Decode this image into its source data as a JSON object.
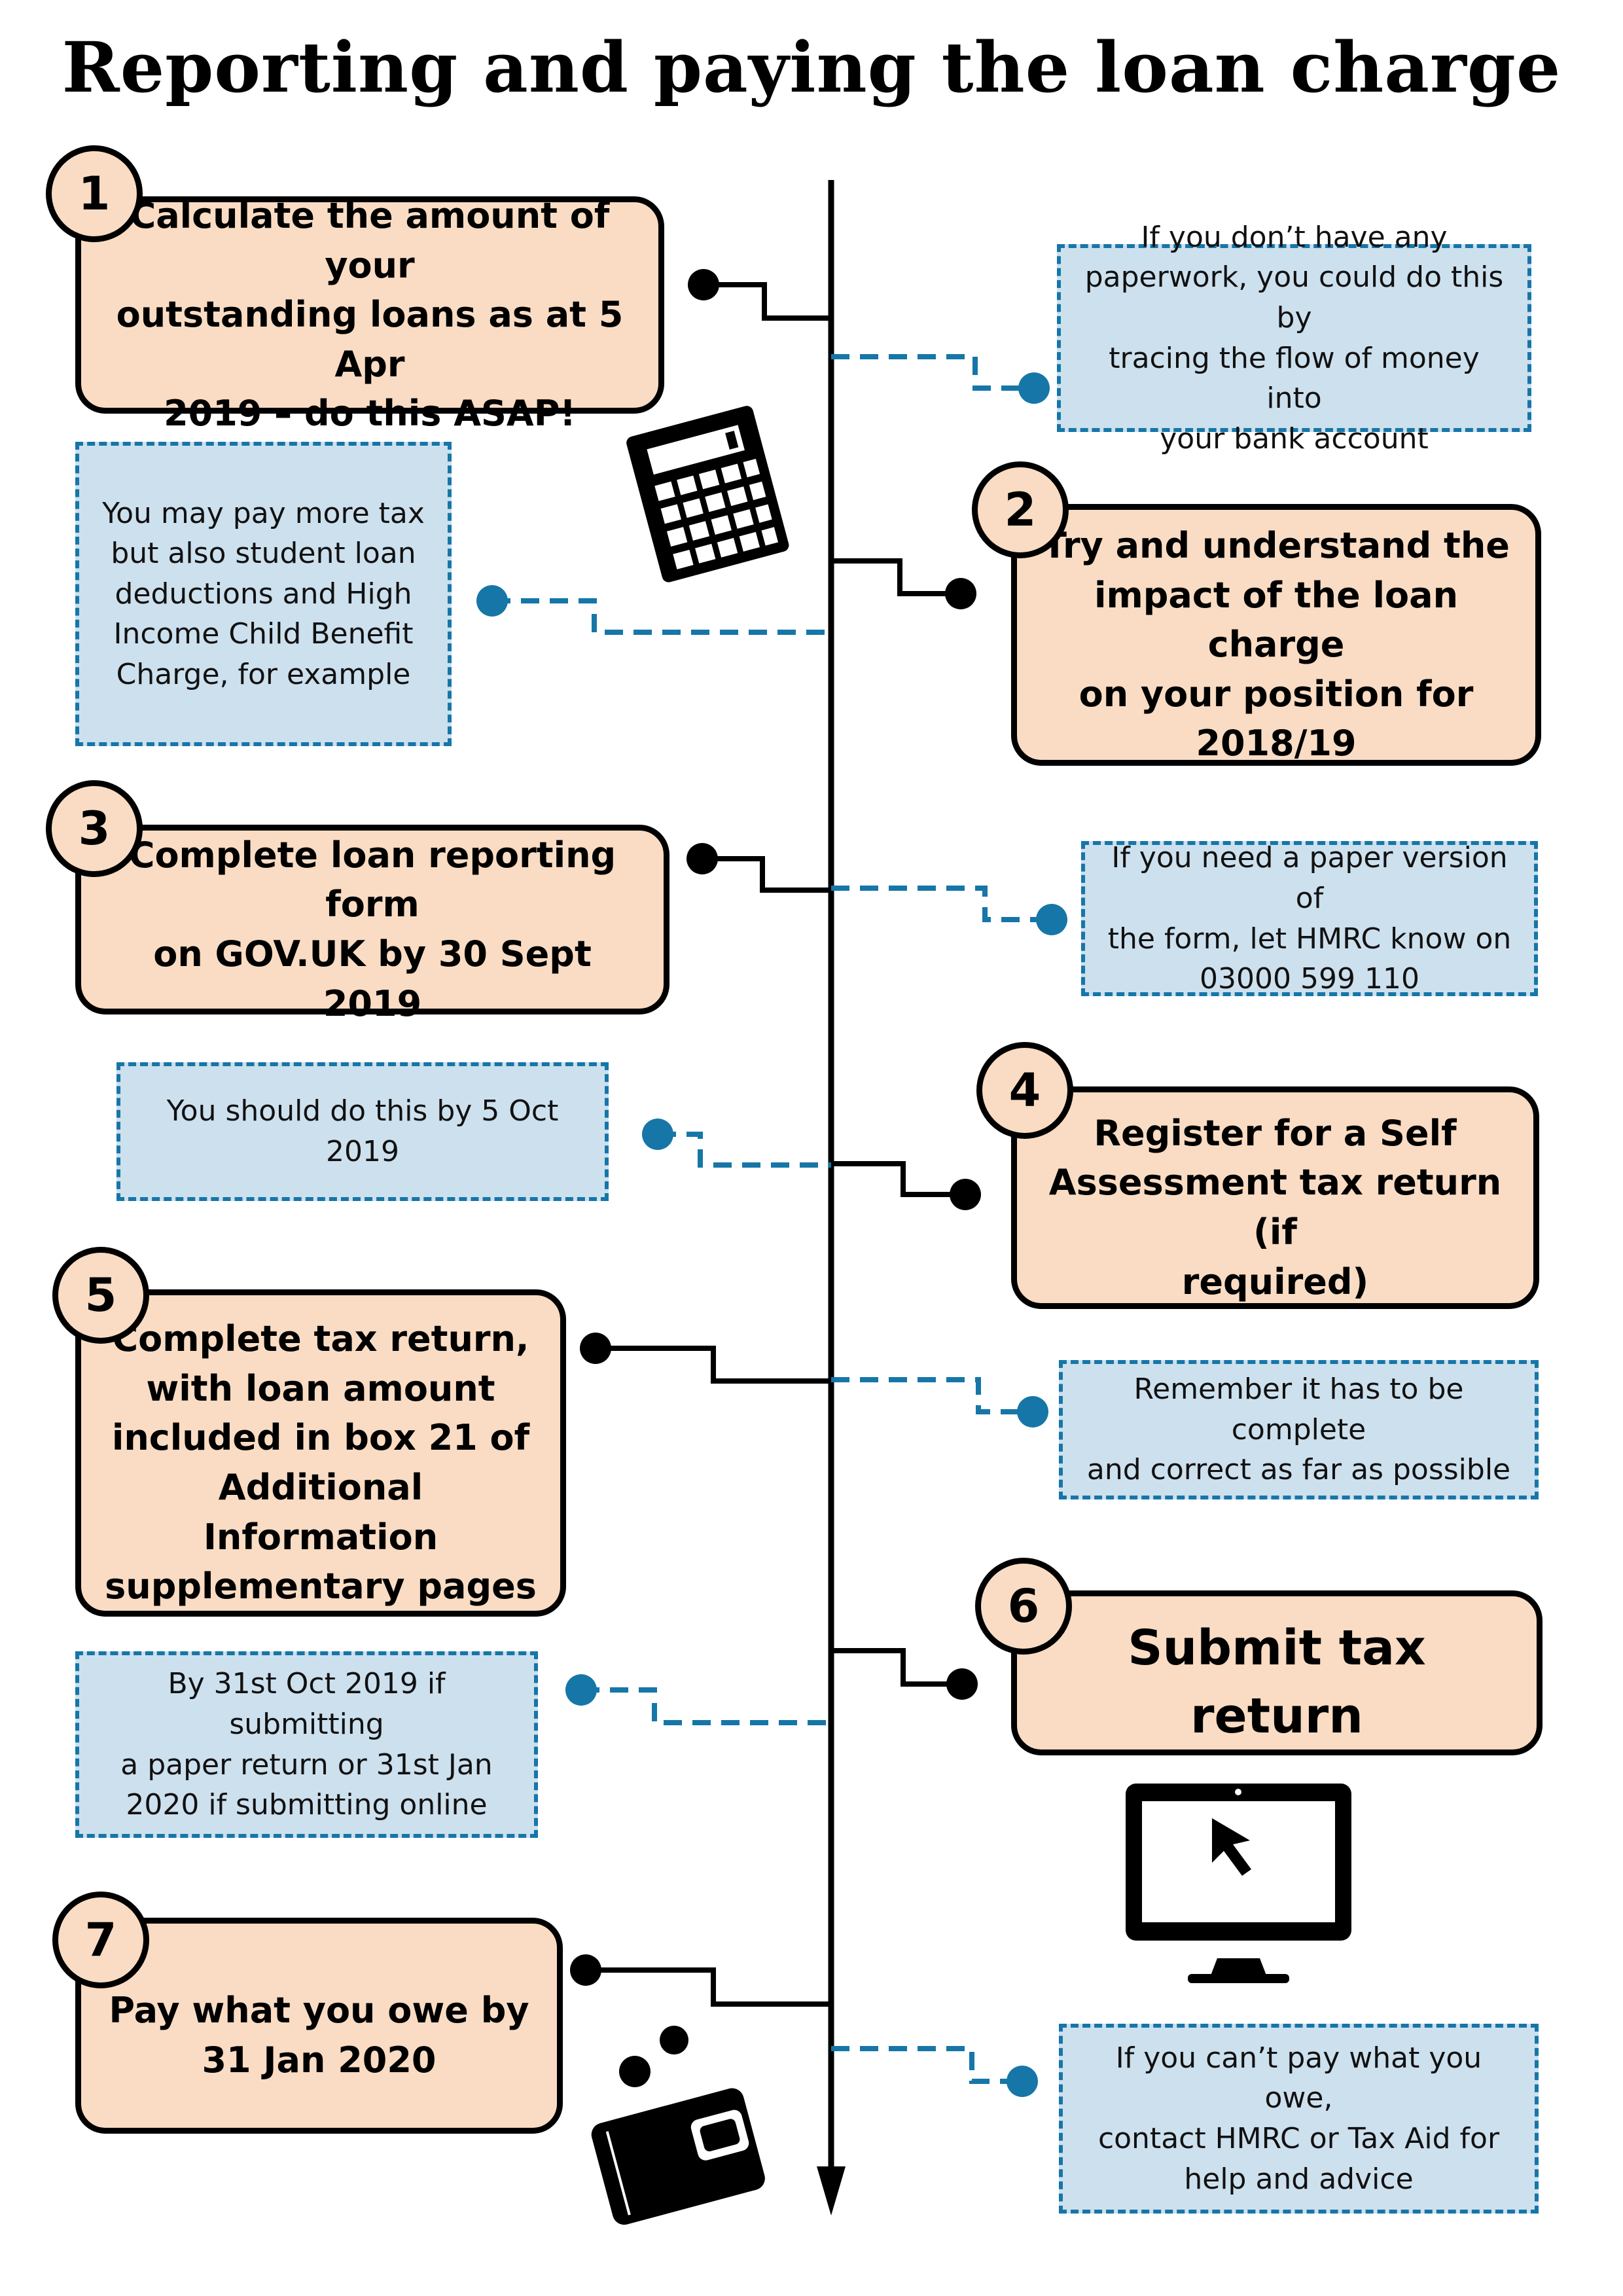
{
  "title": "Reporting and paying the loan charge",
  "steps": [
    {
      "number": "1",
      "text": "Calculate the amount of your\noutstanding loans as at 5 Apr\n2019 – do this ASAP!"
    },
    {
      "number": "2",
      "text": "Try and understand the\nimpact of the loan charge\non your position for\n2018/19"
    },
    {
      "number": "3",
      "text": "Complete loan reporting form\non GOV.UK by 30 Sept 2019"
    },
    {
      "number": "4",
      "text": "Register for a Self\nAssessment tax return (if\nrequired)"
    },
    {
      "number": "5",
      "text": "Complete tax return,\nwith loan amount\nincluded in box 21 of\nAdditional Information\nsupplementary pages"
    },
    {
      "number": "6",
      "text": "Submit tax return"
    },
    {
      "number": "7",
      "text": "Pay what you owe by\n31 Jan 2020"
    }
  ],
  "notes": [
    {
      "text": "If you don’t have any\npaperwork, you could do this by\ntracing the flow of money into\nyour bank account"
    },
    {
      "text": "You may pay more tax\nbut also student loan\ndeductions and High\nIncome Child Benefit\nCharge, for example"
    },
    {
      "text": "If you need a paper version of\nthe form, let HMRC know on\n03000 599 110"
    },
    {
      "text": "You should do this by 5 Oct 2019"
    },
    {
      "text": "Remember it has to be complete\nand correct as far as possible"
    },
    {
      "text": "By 31st Oct 2019 if submitting\na paper return or 31st Jan\n2020 if submitting online"
    },
    {
      "text": "If you can’t pay what you owe,\ncontact HMRC or Tax Aid for\nhelp and advice"
    }
  ],
  "icons": [
    "calculator-icon",
    "computer-monitor-icon",
    "wallet-coins-icon"
  ],
  "colors": {
    "step_fill": "#f9dcc3",
    "note_fill": "#cde0ee",
    "note_border": "#1676a8",
    "connector": "#000000"
  }
}
